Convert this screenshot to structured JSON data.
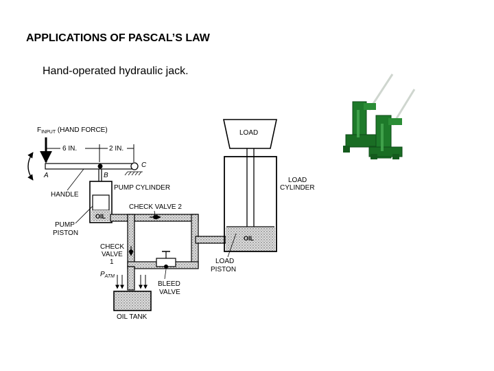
{
  "slide": {
    "title": "APPLICATIONS OF PASCAL’S LAW",
    "subtitle": "Hand-operated hydraulic jack."
  },
  "diagram": {
    "input_force_main": "F",
    "input_force_sub": "INPUT",
    "input_force_rest": " (HAND FORCE)",
    "dim_a": "6 IN.",
    "dim_b": "2 IN.",
    "point_a": "A",
    "point_b": "B",
    "point_c": "C",
    "handle": "HANDLE",
    "pump_cylinder": "PUMP CYLINDER",
    "check_valve_2": "CHECK VALVE 2",
    "pump_piston_1": "PUMP",
    "pump_piston_2": "PISTON",
    "oil_pump": "OIL",
    "oil_load": "OIL",
    "check_valve_1_a": "CHECK",
    "check_valve_1_b": "VALVE",
    "check_valve_1_c": "1",
    "patm_main": "P",
    "patm_sub": "ATM",
    "bleed_valve_1": "BLEED",
    "bleed_valve_2": "VALVE",
    "oil_tank": "OIL TANK",
    "load": "LOAD",
    "load_cylinder_1": "LOAD",
    "load_cylinder_2": "CYLINDER",
    "load_piston_1": "LOAD",
    "load_piston_2": "PISTON"
  },
  "colors": {
    "jack_green": "#1e7a2a",
    "jack_dark": "#0f4a18",
    "oil_stipple": "#c9c9c9"
  }
}
